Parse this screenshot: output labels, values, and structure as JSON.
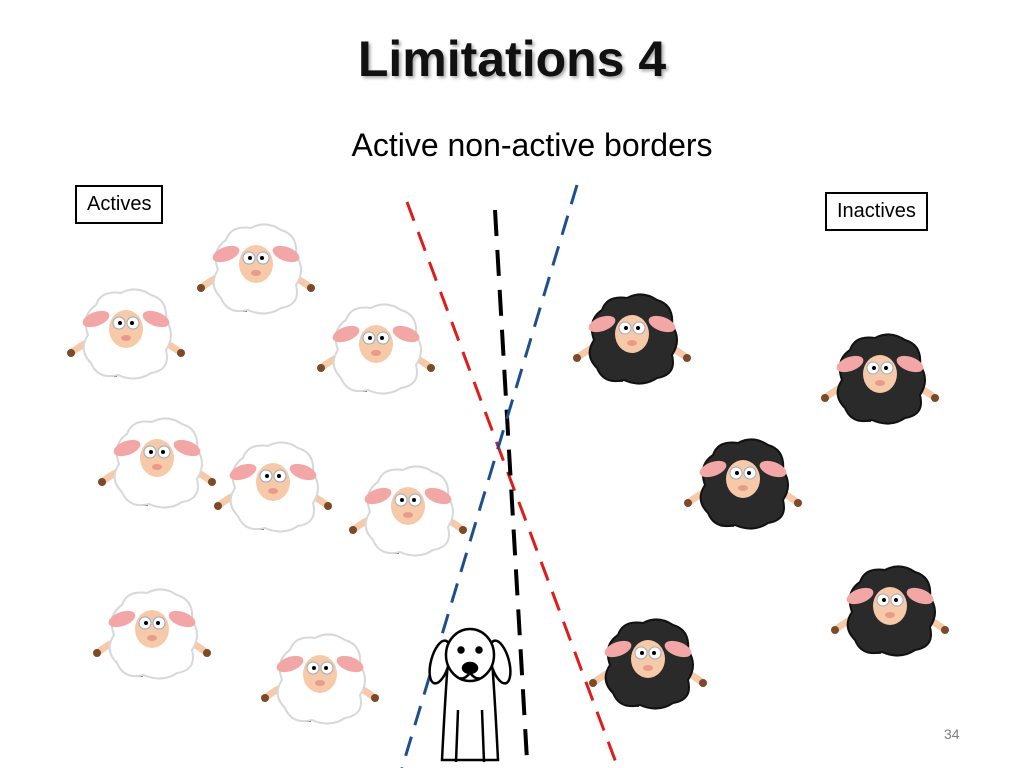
{
  "slide": {
    "title": "Limitations 4",
    "subtitle": "Active non-active borders",
    "page_number": "34"
  },
  "labels": {
    "actives": "Actives",
    "inactives": "Inactives"
  },
  "colors": {
    "white_sheep_wool": "#ffffff",
    "black_sheep_wool": "#2a2a2a",
    "sheep_face": "#f6c9a8",
    "sheep_ear": "#f3a6a6",
    "border_red": "#e01b1b",
    "border_black": "#000000",
    "border_blue": "#1f4e8c"
  },
  "icons": {
    "sheep": "sheep-icon",
    "black_sheep": "black-sheep-icon",
    "dog": "dog-icon"
  }
}
